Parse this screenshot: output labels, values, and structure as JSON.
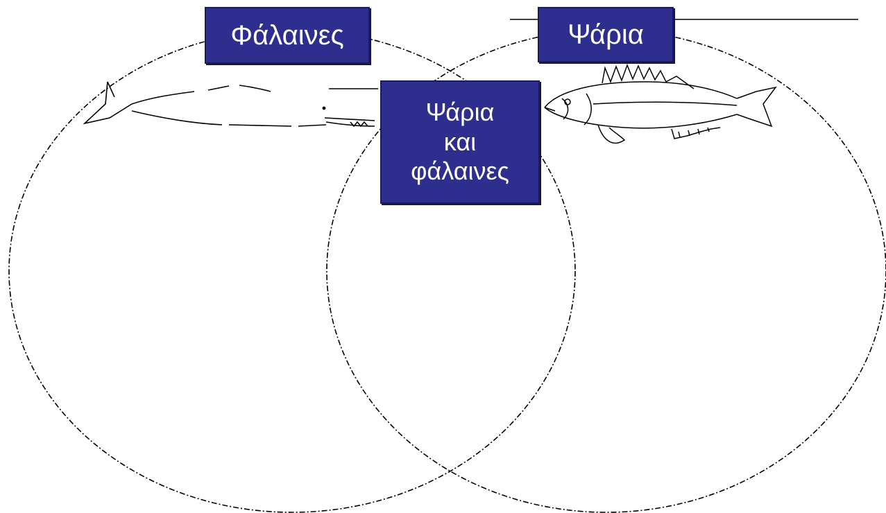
{
  "labels": {
    "whales": "Φάλαινες",
    "fish": "Ψάρια",
    "both": {
      "line1": "Ψάρια",
      "line2": "και",
      "line3": "φάλαινες"
    }
  },
  "colors": {
    "box_fill": "#2e2e8f",
    "box_text": "#ffffff",
    "outline": "#000000",
    "background": "#ffffff"
  },
  "icons": [
    "whale-drawing",
    "fish-drawing"
  ]
}
